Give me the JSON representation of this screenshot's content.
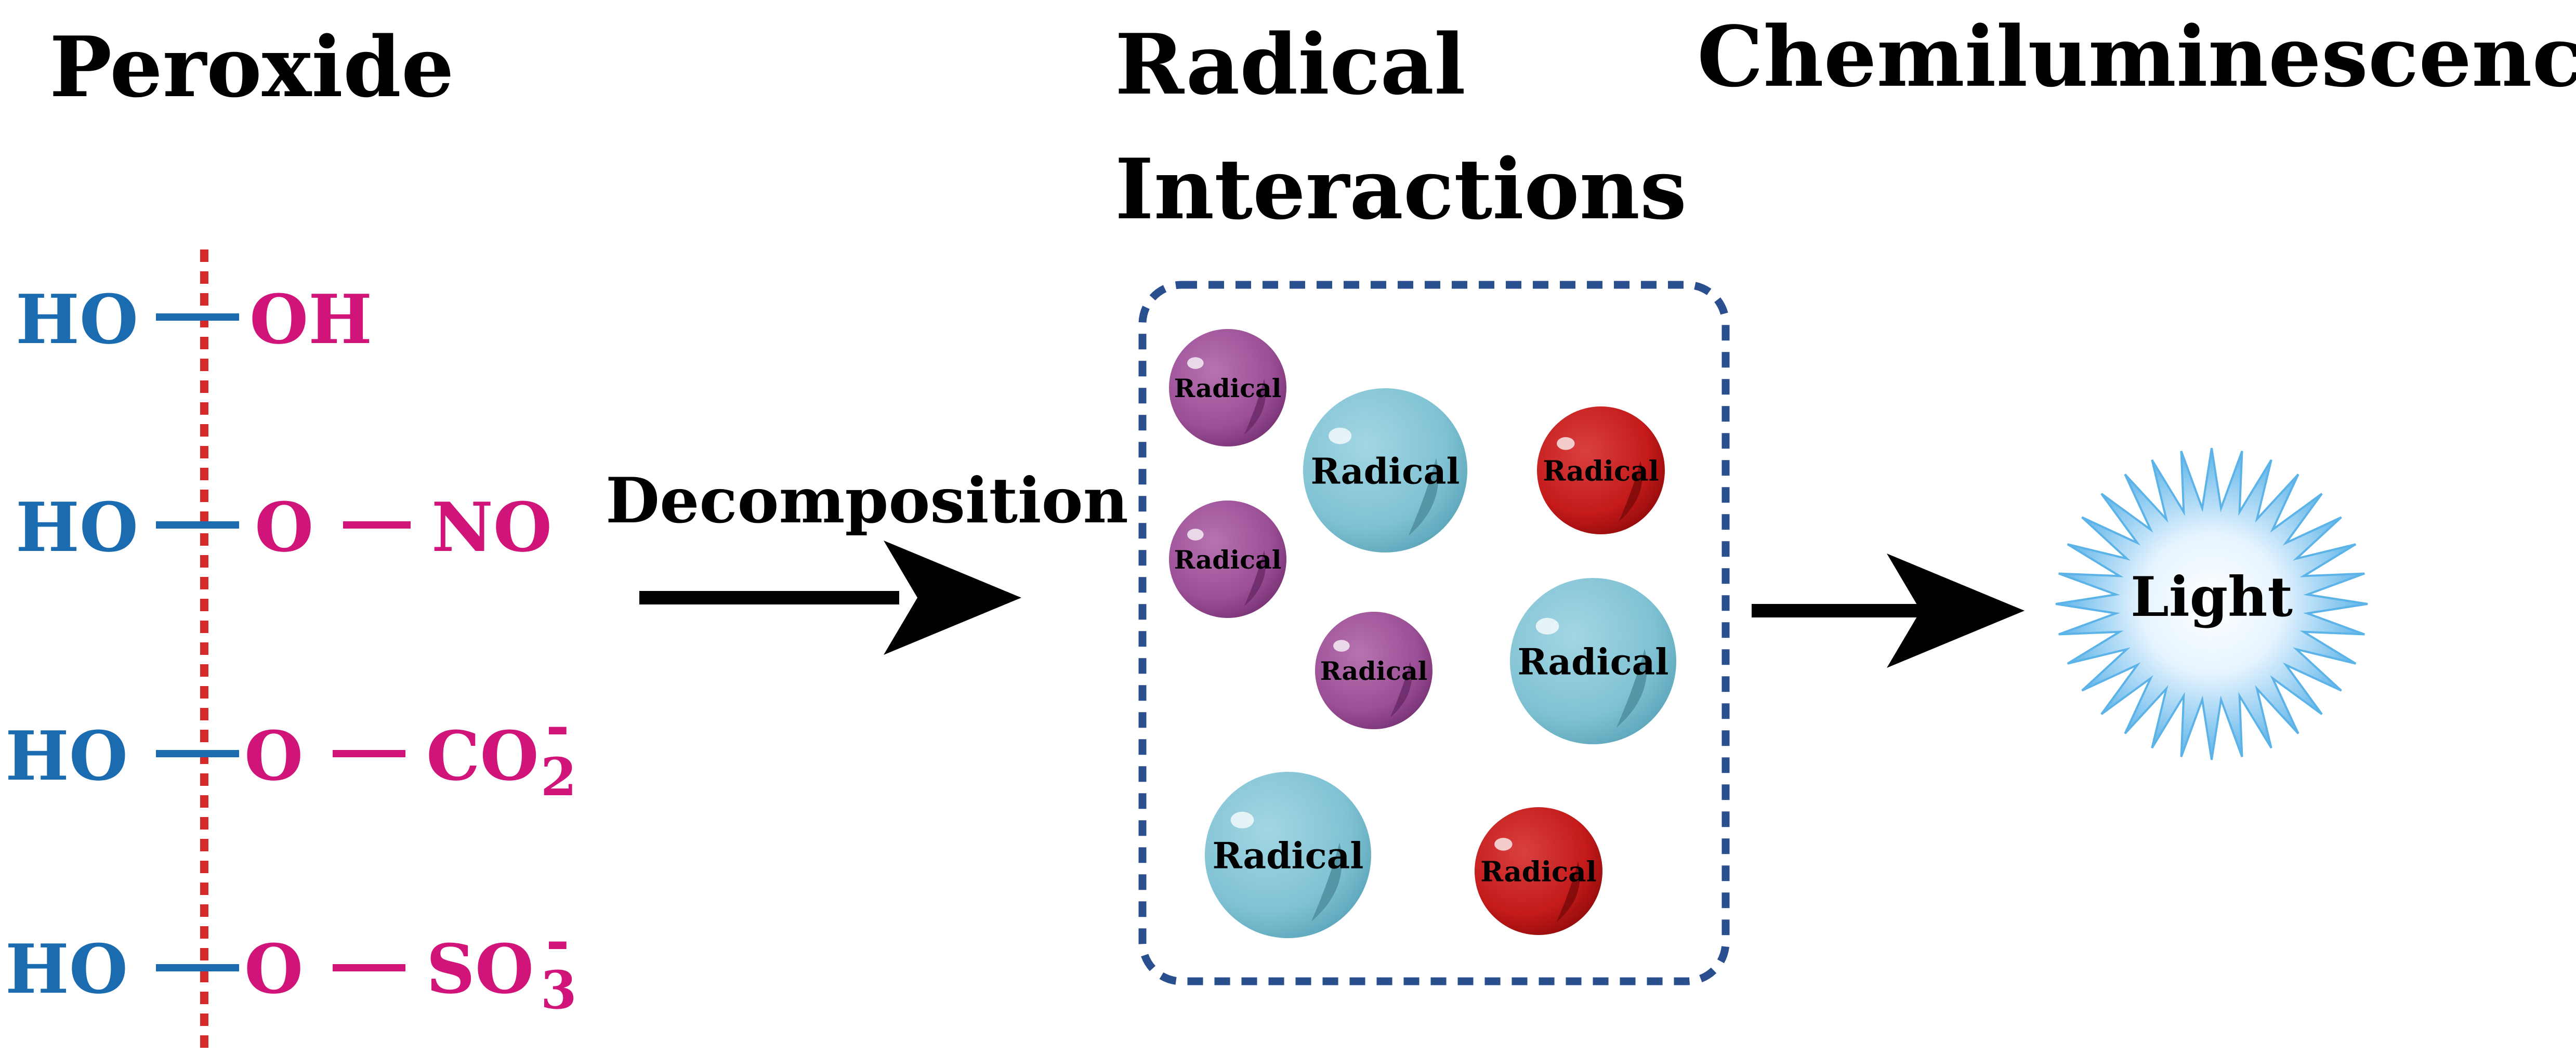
{
  "headings": {
    "peroxide": "Peroxide",
    "radical_line1": "Radical",
    "radical_line2": "Interactions",
    "chemiluminescence": "Chemiluminescence"
  },
  "peroxides": [
    {
      "left": "HO",
      "right": "OH",
      "right_sub": "",
      "right_sup": ""
    },
    {
      "left": "HO",
      "right": "O",
      "link": "NO",
      "right_sub": "",
      "right_sup": ""
    },
    {
      "left": "HO",
      "right": "O",
      "link": "CO",
      "right_sub": "2",
      "right_sup": "-"
    },
    {
      "left": "HO",
      "right": "O",
      "link": "SO",
      "right_sub": "3",
      "right_sup": "-"
    }
  ],
  "decomposition_label": "Decomposition",
  "radicals": [
    {
      "label": "Radical",
      "kind": "purple"
    },
    {
      "label": "Radical",
      "kind": "cyan"
    },
    {
      "label": "Radical",
      "kind": "red"
    },
    {
      "label": "Radical",
      "kind": "purple"
    },
    {
      "label": "Radical",
      "kind": "purple"
    },
    {
      "label": "Radical",
      "kind": "cyan"
    },
    {
      "label": "Radical",
      "kind": "cyan"
    },
    {
      "label": "Radical",
      "kind": "red"
    }
  ],
  "light_label": "Light",
  "colors": {
    "blue_text": "#1a6bb0",
    "pink_text": "#d1147a",
    "divider": "#d62a2a",
    "box_border": "#2a4f8f",
    "purple": "#9b4f96",
    "cyan": "#80c2d4",
    "red": "#c41a1a",
    "light": "#5cb3e8"
  }
}
